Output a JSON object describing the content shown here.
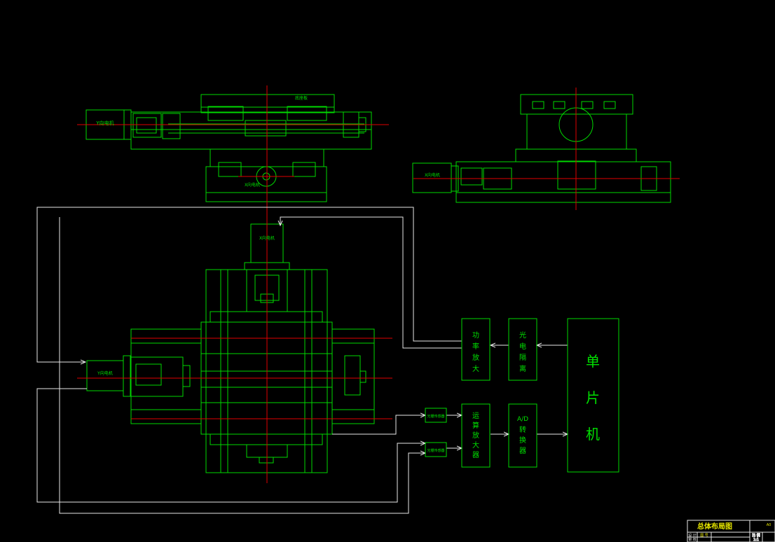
{
  "labels": {
    "y_motor_top": "Y向电机",
    "top_plate_label": "底座板",
    "x_motor_bottom_top": "X向电机",
    "x_motor_right": "X向电机",
    "x_motor_center": "X向电机",
    "y_motor_left": "Y向电机",
    "sensor_1": "光栅传感器",
    "sensor_2": "光栅传感器",
    "power_amp": [
      "功",
      "率",
      "放",
      "大"
    ],
    "opto_isolation": [
      "光",
      "电",
      "隔",
      "离"
    ],
    "mcu": [
      "单",
      "片",
      "机"
    ],
    "op_amp": [
      "运",
      "算",
      "放",
      "大",
      "器"
    ],
    "ad_converter": [
      "A/D",
      "转",
      "换",
      "器"
    ]
  },
  "title_block": {
    "title": "总体布局图",
    "sheet": "A0",
    "cells": [
      "比 例",
      "1:1",
      "设 计",
      "审 核",
      "图 号"
    ]
  }
}
